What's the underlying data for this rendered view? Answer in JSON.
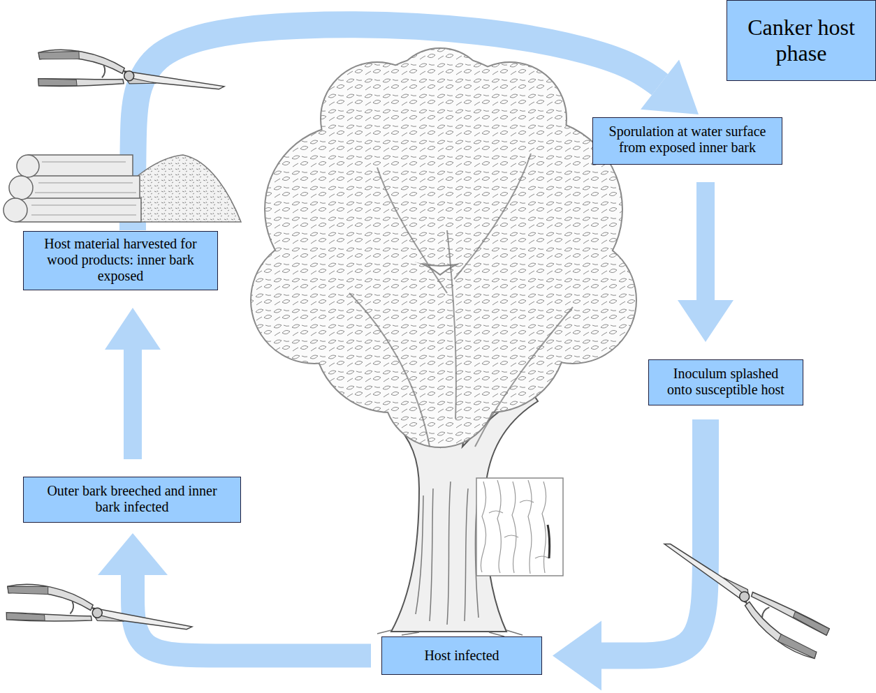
{
  "diagram": {
    "nodes": [
      {
        "text": [
          "Canker host phase"
        ]
      },
      {
        "text": [
          "Sporulation at water surface from exposed inner bark"
        ]
      },
      {
        "text": [
          "Inoculum splashed onto susceptible host"
        ]
      },
      {
        "text": [
          "Host infected"
        ]
      },
      {
        "text": [
          "Outer bark breeched and inner bark infected"
        ]
      },
      {
        "text": [
          "Host material harvested for wood products: inner bark exposed"
        ]
      }
    ],
    "edges": [
      {
        "from": 1,
        "to": 2,
        "arrow": "to"
      },
      {
        "from": 2,
        "to": 3,
        "arrow": "to"
      },
      {
        "from": 3,
        "to": 4,
        "arrow": "to"
      },
      {
        "from": 4,
        "to": 5,
        "arrow": "to"
      },
      {
        "from": 5,
        "to": 1,
        "arrow": "to"
      }
    ]
  }
}
